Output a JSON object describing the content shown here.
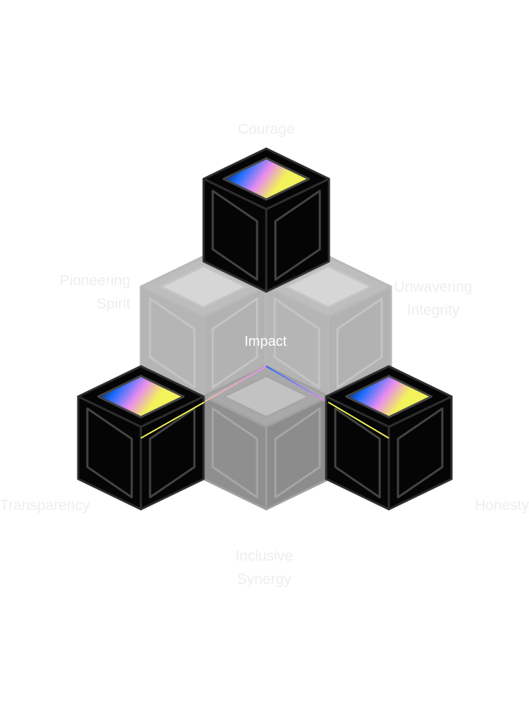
{
  "center_label": "Impact",
  "labels": {
    "courage": "Courage",
    "pioneering_1": "Pioneering",
    "pioneering_2": "Spirit",
    "unwavering_1": "Unwavering",
    "unwavering_2": "Integrity",
    "transparency": "Transparency",
    "honesty": "Honesty",
    "inclusive_1": "Inclusive",
    "inclusive_2": "Synergy"
  },
  "colors": {
    "label": "#eeeeee",
    "gradient": [
      "#000000",
      "#1a6cff",
      "#e98cf0",
      "#f2f25a"
    ]
  }
}
